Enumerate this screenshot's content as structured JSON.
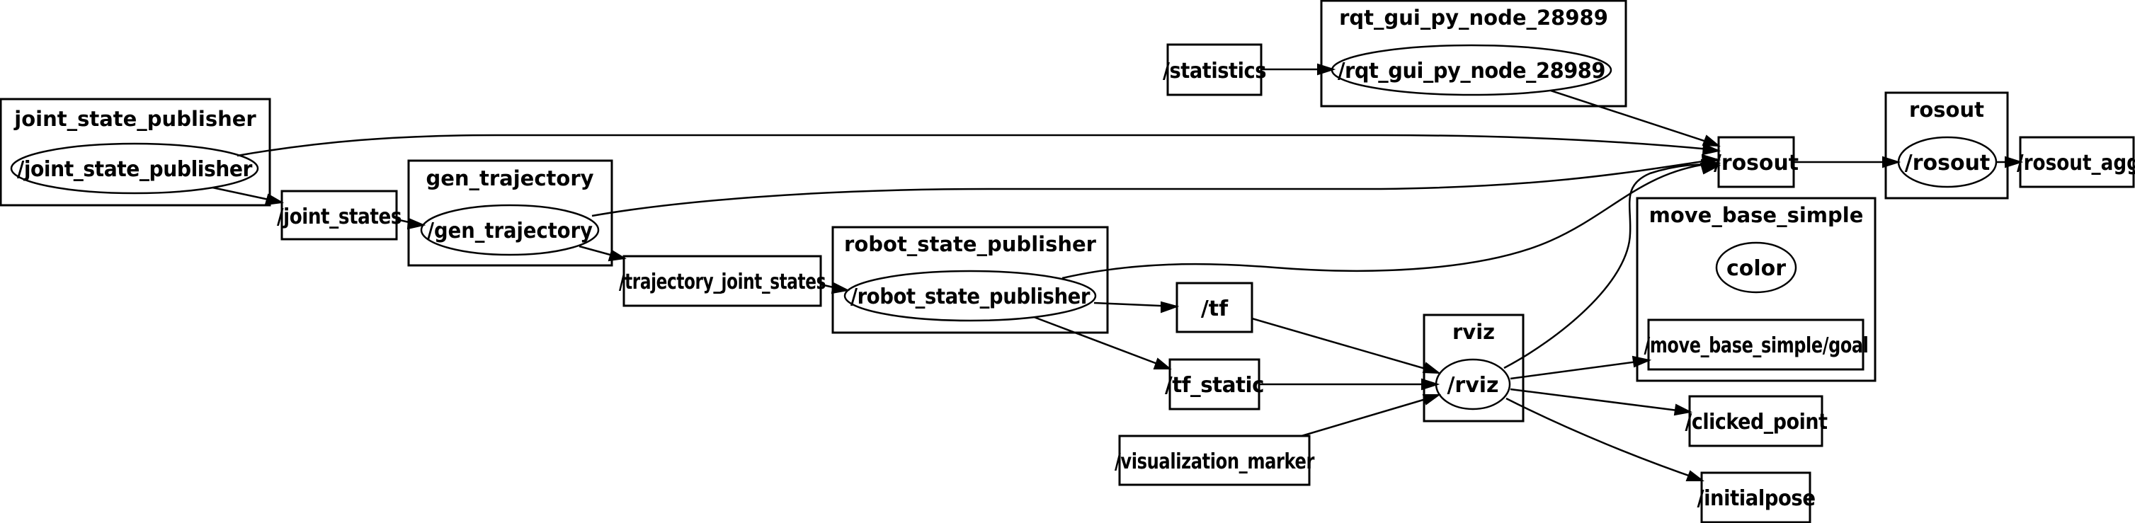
{
  "graph": {
    "clusters": {
      "joint_state_publisher": "joint_state_publisher",
      "gen_trajectory": "gen_trajectory",
      "robot_state_publisher": "robot_state_publisher",
      "rqt_gui": "rqt_gui_py_node_28989",
      "rosout": "rosout",
      "move_base_simple": "move_base_simple",
      "rviz": "rviz"
    },
    "nodes": {
      "joint_state_publisher": "/joint_state_publisher",
      "gen_trajectory": "/gen_trajectory",
      "robot_state_publisher": "/robot_state_publisher",
      "rqt_gui": "/rqt_gui_py_node_28989",
      "rosout": "/rosout",
      "color": "color",
      "rviz": "/rviz"
    },
    "topics": {
      "joint_states": "/joint_states",
      "trajectory_joint_states": "/trajectory_joint_states",
      "statistics": "/statistics",
      "rosout": "/rosout",
      "rosout_agg": "/rosout_agg",
      "move_base_simple_goal": "/move_base_simple/goal",
      "tf": "/tf",
      "tf_static": "/tf_static",
      "visualization_marker": "/visualization_marker",
      "clicked_point": "/clicked_point",
      "initialpose": "/initialpose"
    },
    "edges": [
      {
        "from": "/joint_state_publisher",
        "to": "/joint_states"
      },
      {
        "from": "/joint_state_publisher",
        "to": "/rosout"
      },
      {
        "from": "/joint_states",
        "to": "/gen_trajectory"
      },
      {
        "from": "/gen_trajectory",
        "to": "/trajectory_joint_states"
      },
      {
        "from": "/gen_trajectory",
        "to": "/rosout"
      },
      {
        "from": "/trajectory_joint_states",
        "to": "/robot_state_publisher"
      },
      {
        "from": "/robot_state_publisher",
        "to": "/rosout"
      },
      {
        "from": "/robot_state_publisher",
        "to": "/tf"
      },
      {
        "from": "/robot_state_publisher",
        "to": "/tf_static"
      },
      {
        "from": "/statistics",
        "to": "/rqt_gui_py_node_28989"
      },
      {
        "from": "/rqt_gui_py_node_28989",
        "to": "/rosout"
      },
      {
        "from": "/rosout",
        "to": "/rosout (node)"
      },
      {
        "from": "/rosout (node)",
        "to": "/rosout_agg"
      },
      {
        "from": "/tf",
        "to": "/rviz"
      },
      {
        "from": "/tf_static",
        "to": "/rviz"
      },
      {
        "from": "/visualization_marker",
        "to": "/rviz"
      },
      {
        "from": "/rviz",
        "to": "/rosout"
      },
      {
        "from": "/rviz",
        "to": "/move_base_simple/goal"
      },
      {
        "from": "/rviz",
        "to": "/clicked_point"
      },
      {
        "from": "/rviz",
        "to": "/initialpose"
      }
    ]
  }
}
